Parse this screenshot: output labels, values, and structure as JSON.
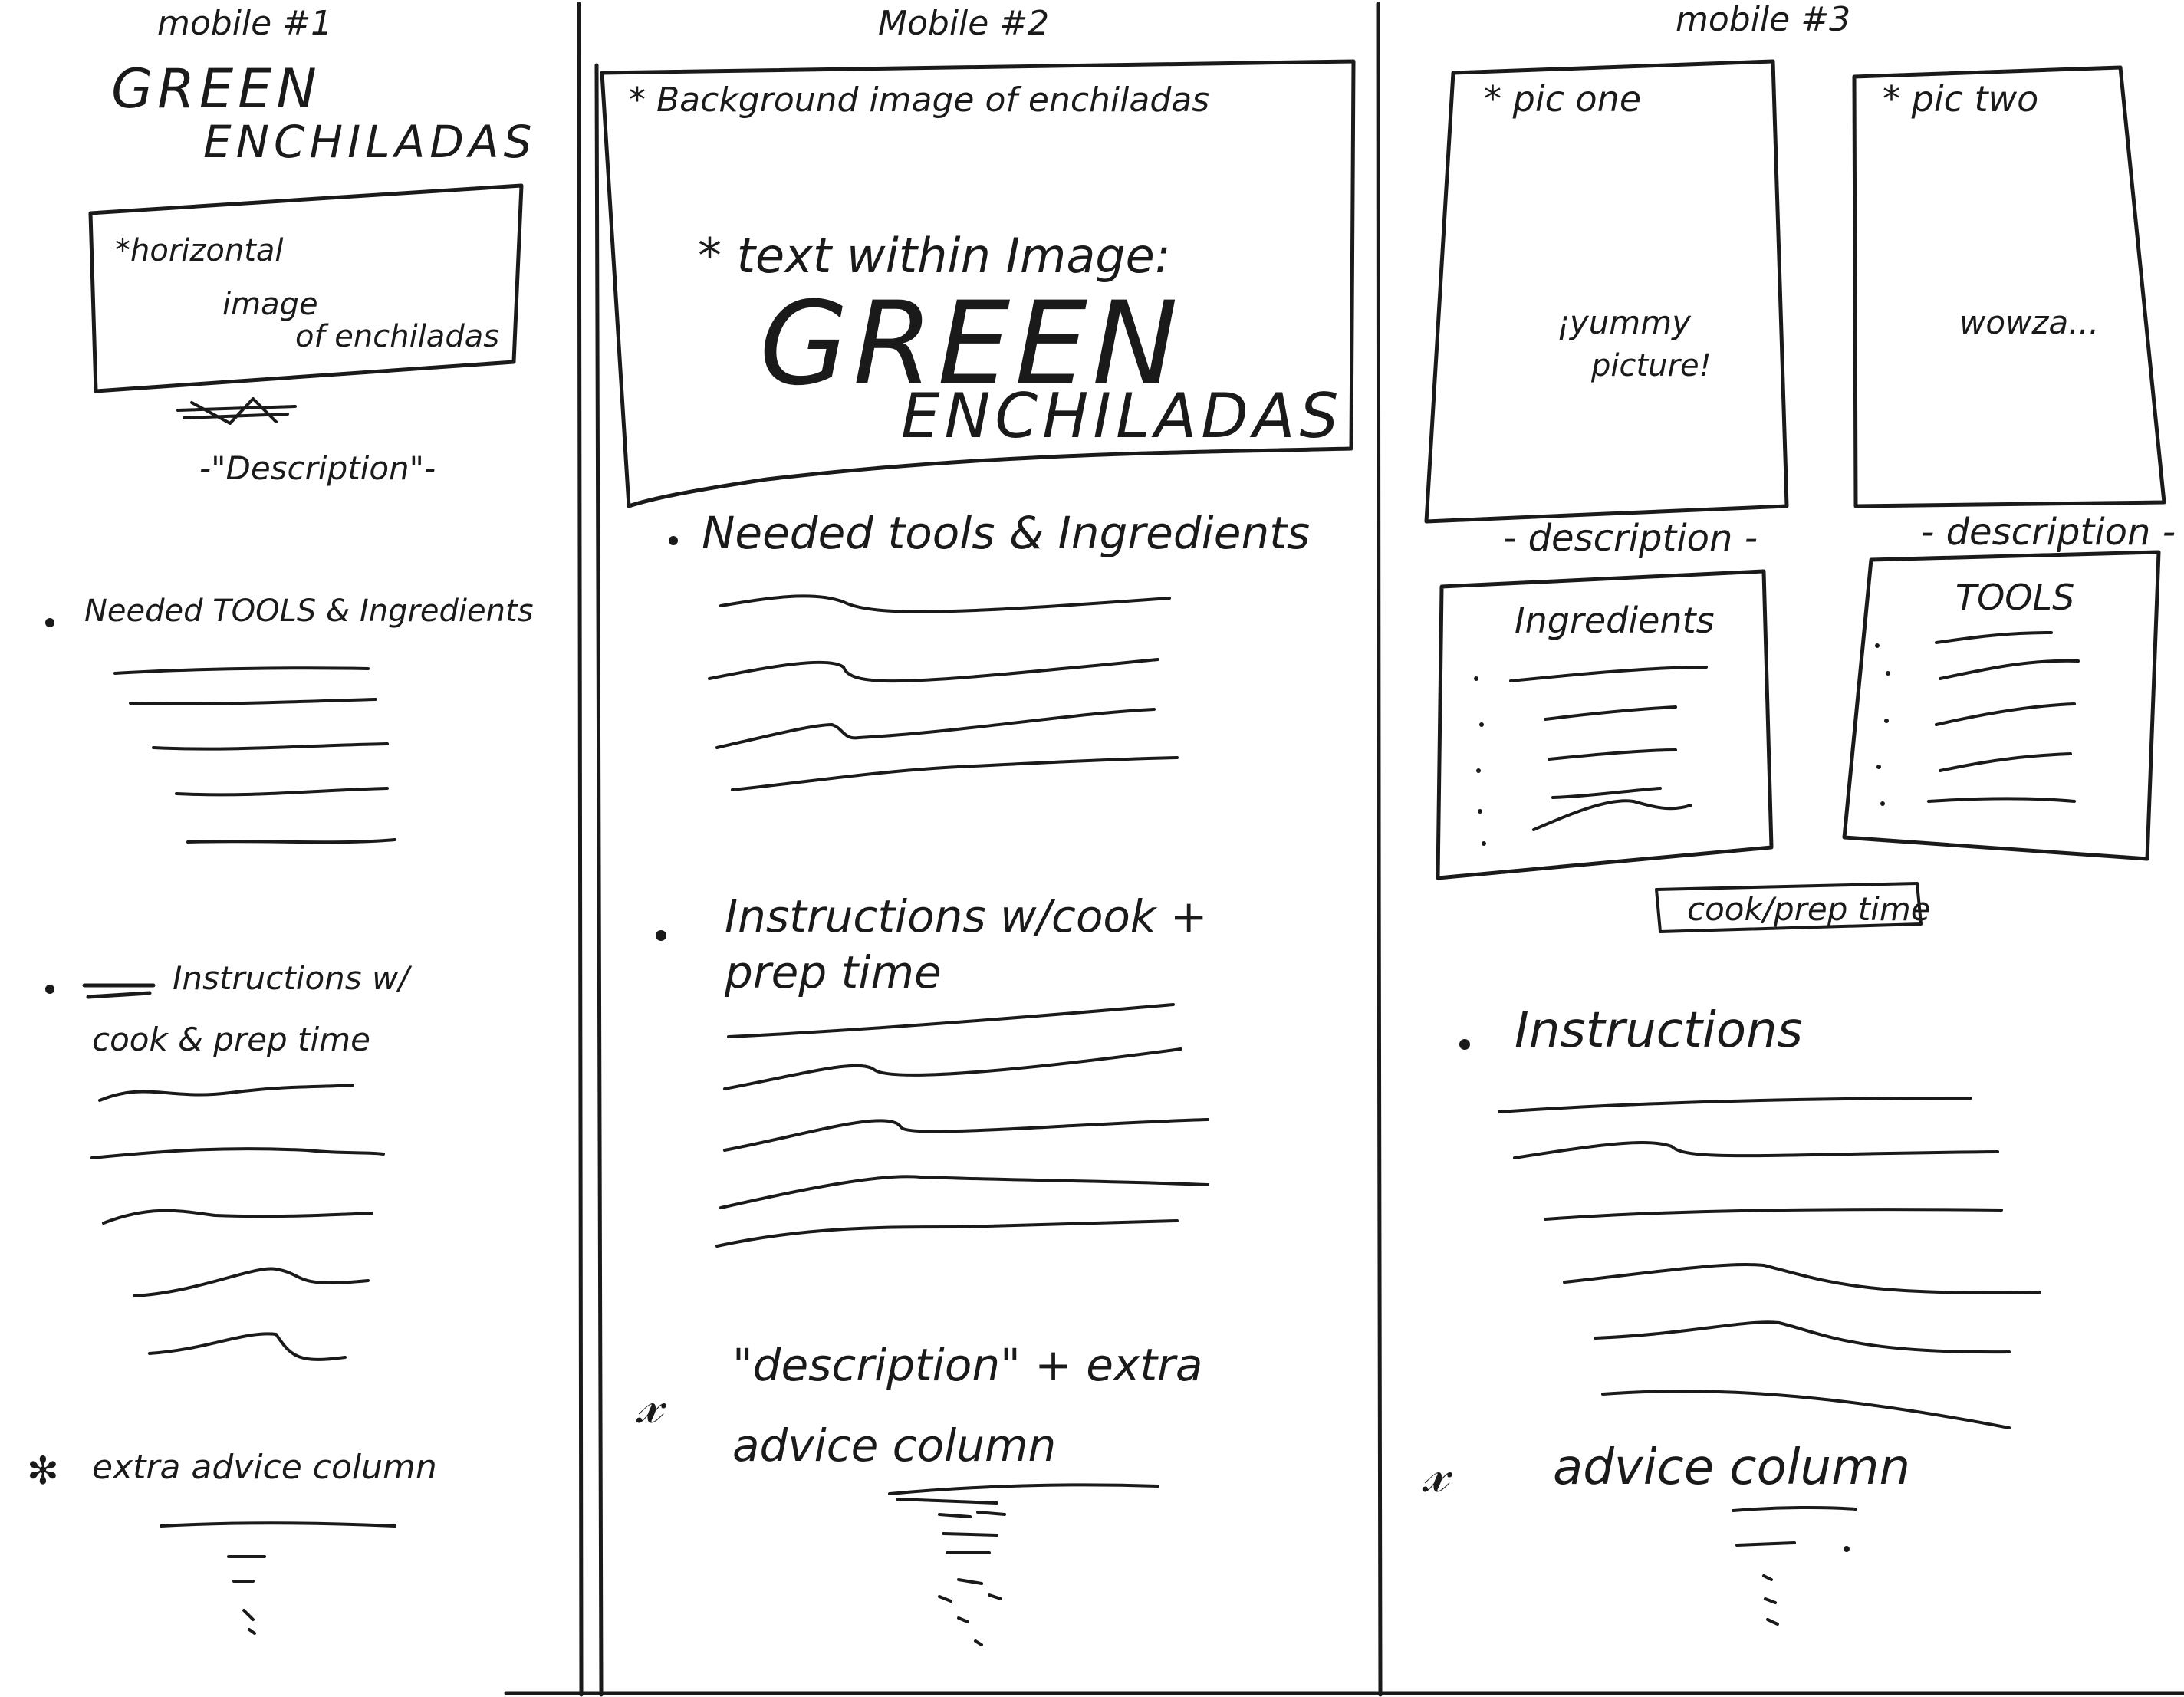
{
  "mobile1": {
    "title": "mobile #1",
    "heading_line1": "GREEN",
    "heading_line2": "ENCHILADAS",
    "image_note_line1": "*horizontal",
    "image_note_line2": "image",
    "image_note_line3": "of enchiladas",
    "description": "-\"Description\"-",
    "tools_heading": "Needed TOOLS & Ingredients",
    "instructions_line1": "Instructions w/",
    "instructions_line2": "cook & prep time",
    "advice_heading": "extra advice column"
  },
  "mobile2": {
    "title": "Mobile #2",
    "image_note": "* Background image of enchiladas",
    "text_note": "* text within Image:",
    "heading_line1": "GREEN",
    "heading_line2": "ENCHILADAS",
    "tools_heading": "Needed tools & Ingredients",
    "instructions_line1": "Instructions w/cook +",
    "instructions_line2": "prep time",
    "advice_line1": "\"description\" + extra",
    "advice_line2": "advice column"
  },
  "mobile3": {
    "title": "mobile #3",
    "pic_one_label": "* pic one",
    "pic_one_caption_line1": "¡yummy",
    "pic_one_caption_line2": "picture!",
    "pic_two_label": "* pic two",
    "pic_two_caption": "wowza...",
    "description_left": "- description -",
    "description_right": "- description -",
    "ingredients_heading": "Ingredients",
    "tools_heading": "TOOLS",
    "cook_prep_label": "cook/prep time",
    "instructions_heading": "Instructions",
    "advice_heading": "advice column"
  }
}
